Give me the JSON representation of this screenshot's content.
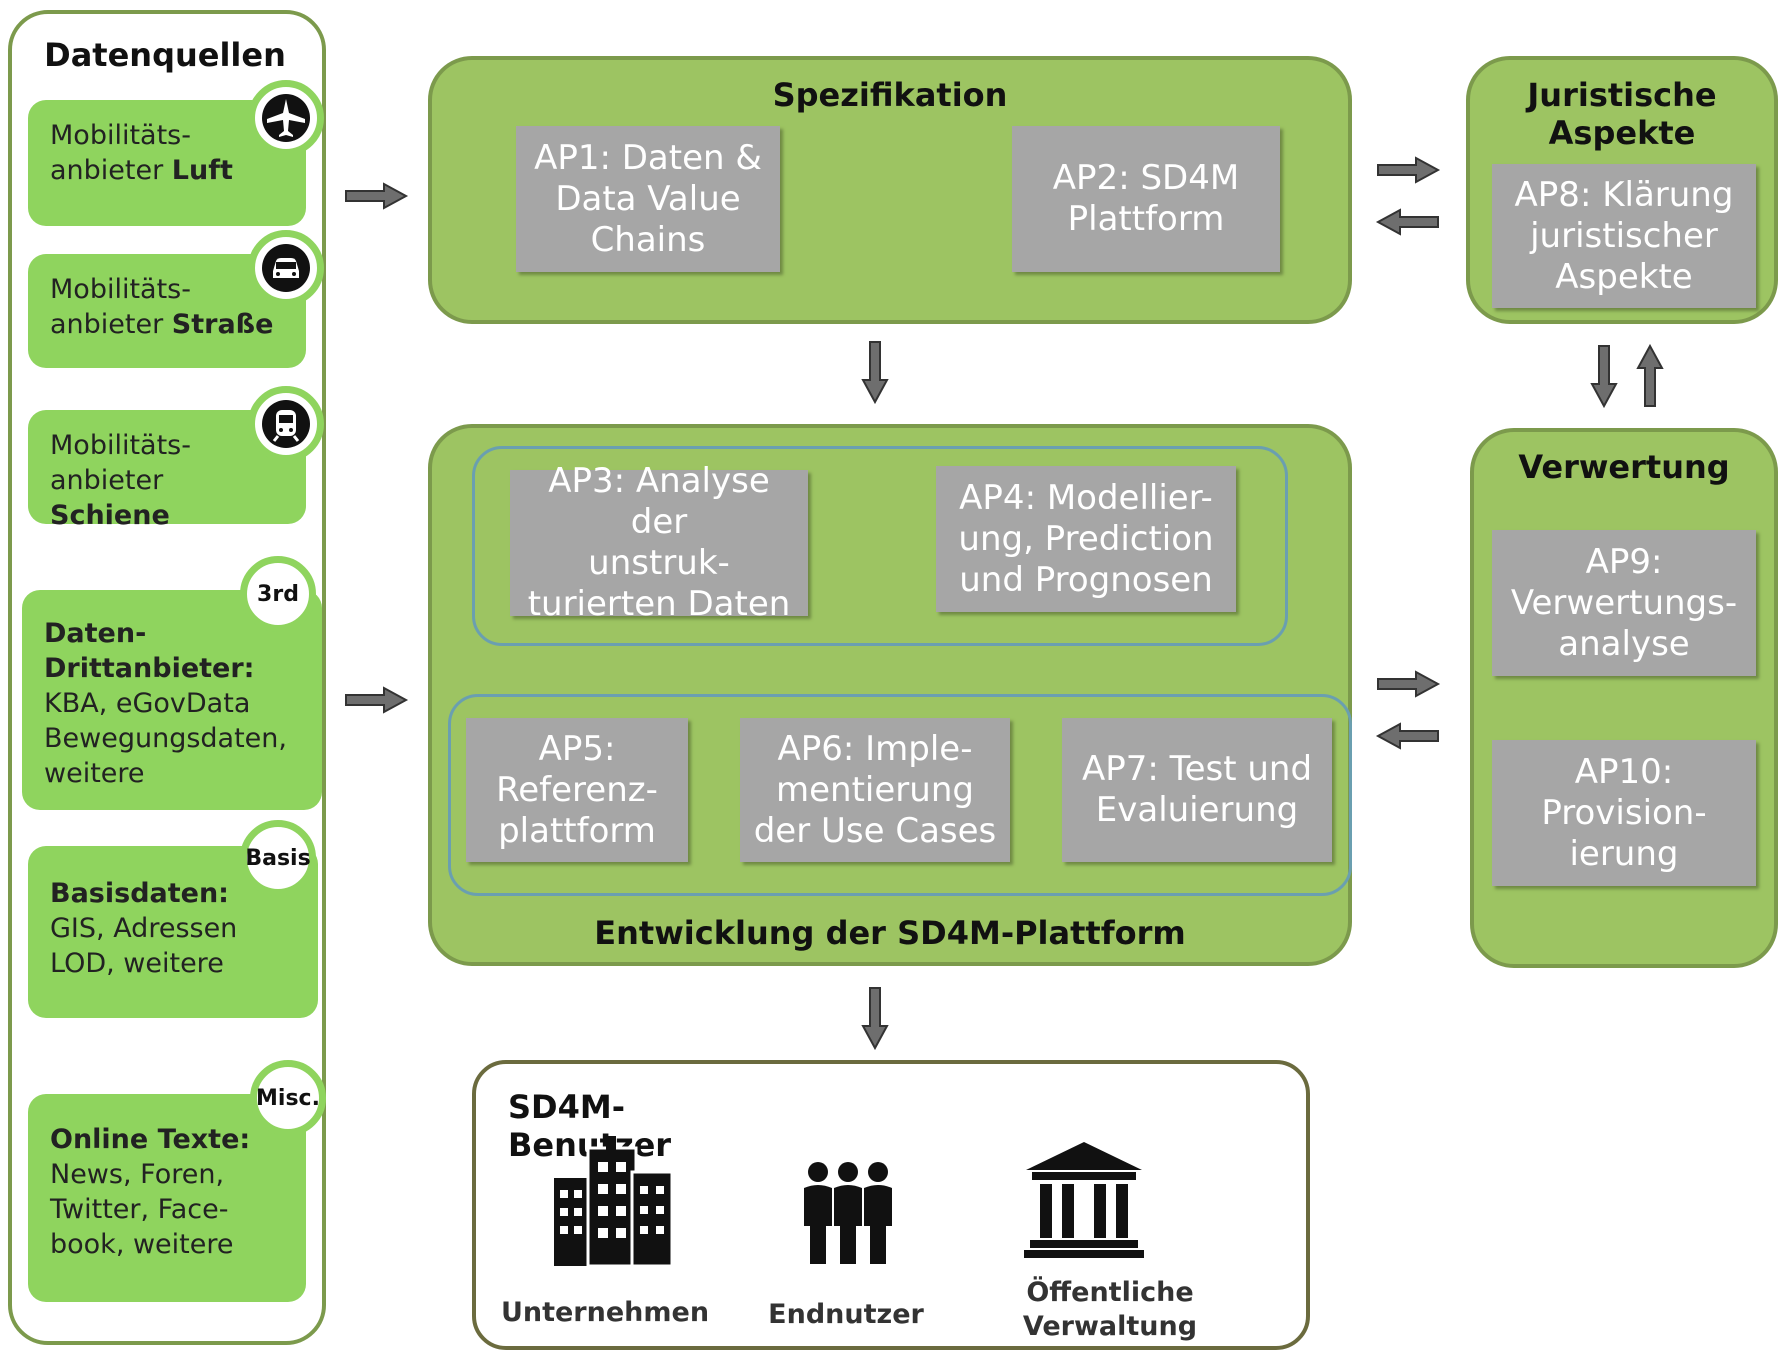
{
  "sources": {
    "title": "Datenquellen",
    "items": [
      {
        "text": "Mobilitäts-",
        "line2_prefix": "anbieter ",
        "line2_bold": "Luft",
        "icon": "airplane-icon"
      },
      {
        "text": "Mobilitäts-",
        "line2_prefix": "anbieter ",
        "line2_bold": "Straße",
        "icon": "car-icon"
      },
      {
        "text": "Mobilitäts-",
        "line2_prefix": "anbieter ",
        "line2_bold": "Schiene",
        "icon": "train-icon"
      }
    ],
    "third": {
      "badge": "3rd",
      "title1": "Daten-",
      "title2": "Drittanbieter:",
      "line1": "KBA, eGovData",
      "line2": "Bewegungsdaten,",
      "line3": "weitere"
    },
    "basis": {
      "badge": "Basis",
      "title": "Basisdaten:",
      "line1": "GIS, Adressen",
      "line2": "LOD, weitere"
    },
    "misc": {
      "badge": "Misc.",
      "title": "Online Texte:",
      "line1": "News, Foren,",
      "line2": "Twitter, Face-",
      "line3": "book, weitere"
    }
  },
  "spezifikation": {
    "title": "Spezifikation",
    "ap1": [
      "AP1: Daten &",
      "Data Value",
      "Chains"
    ],
    "ap2": [
      "AP2: SD4M",
      "Plattform"
    ]
  },
  "juristische": {
    "title": [
      "Juristische",
      "Aspekte"
    ],
    "ap8": [
      "AP8: Klärung",
      "juristischer",
      "Aspekte"
    ]
  },
  "entwicklung": {
    "title": "Entwicklung der SD4M-Plattform",
    "ap3": [
      "AP3: Analyse der",
      "unstruk-",
      "turierten Daten"
    ],
    "ap4": [
      "AP4: Modellier-",
      "ung, Prediction",
      "und Prognosen"
    ],
    "ap5": [
      "AP5:",
      "Referenz-",
      "plattform"
    ],
    "ap6": [
      "AP6: Imple-",
      "mentierung",
      "der Use Cases"
    ],
    "ap7": [
      "AP7: Test und",
      "Evaluierung"
    ]
  },
  "verwertung": {
    "title": "Verwertung",
    "ap9": [
      "AP9:",
      "Verwertungs-",
      "analyse"
    ],
    "ap10": [
      "AP10:",
      "Provision-",
      "ierung"
    ]
  },
  "benutzer": {
    "title": "SD4M-Benutzer",
    "users": [
      {
        "label1": "Unternehmen",
        "label2": "",
        "icon": "buildings-icon"
      },
      {
        "label1": "Endnutzer",
        "label2": "",
        "icon": "people-icon"
      },
      {
        "label1": "Öffentliche",
        "label2": "Verwaltung",
        "icon": "government-building-icon"
      }
    ]
  }
}
